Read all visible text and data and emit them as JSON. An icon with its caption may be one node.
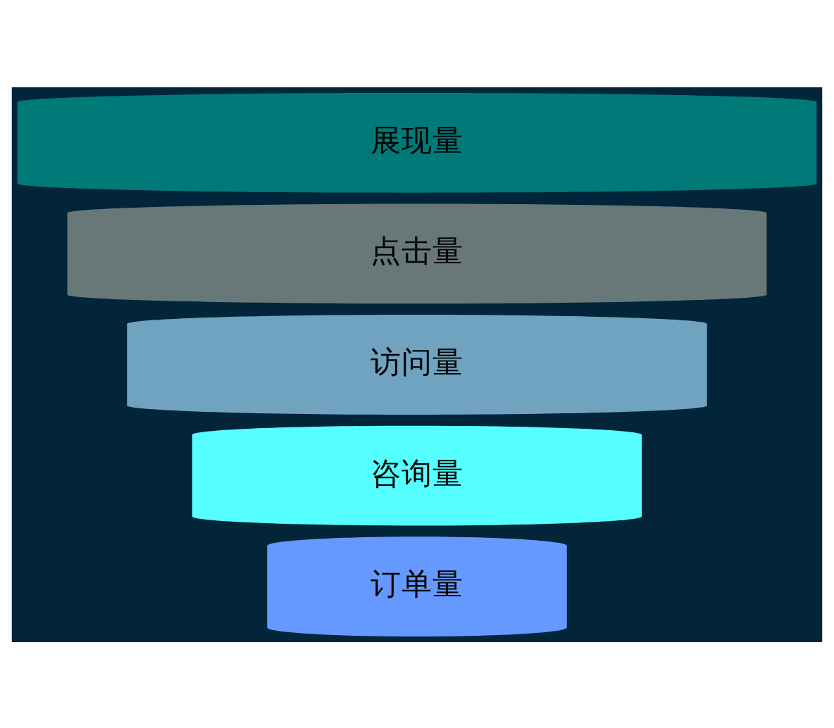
{
  "diagram": {
    "nodes": [
      {
        "text": [
          "展现量"
        ]
      },
      {
        "text": [
          "点击量"
        ]
      },
      {
        "text": [
          "访问量"
        ]
      },
      {
        "text": [
          "咨询量"
        ]
      },
      {
        "text": [
          "订单量"
        ]
      }
    ]
  }
}
